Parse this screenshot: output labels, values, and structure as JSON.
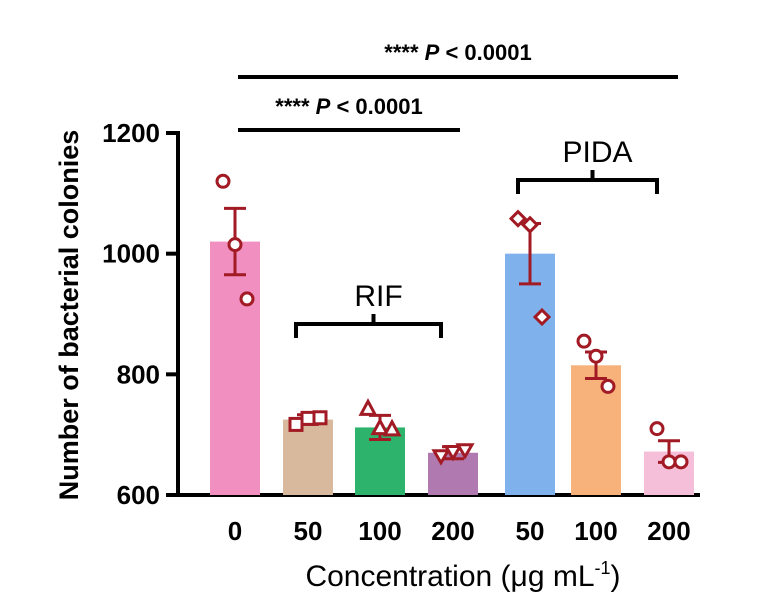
{
  "chart_data": {
    "type": "bar",
    "xlabel": "Concentration (μg mL",
    "xlabel_sup": "-1",
    "xlabel_end": ")",
    "ylabel": "Number of bacterial colonies",
    "ylim": [
      600,
      1200
    ],
    "yticks": [
      "600",
      "800",
      "1000",
      "1200"
    ],
    "ytick_values": [
      600,
      800,
      1000,
      1200
    ],
    "categories": [
      "0",
      "50",
      "100",
      "200",
      "50",
      "100",
      "200"
    ],
    "groups": [
      {
        "label": "RIF",
        "from": 1,
        "to": 3
      },
      {
        "label": "PIDA",
        "from": 4,
        "to": 6
      }
    ],
    "bars": [
      {
        "value": 1020,
        "error": 55,
        "color": "#f08fc0",
        "marker": "circle",
        "points": [
          1120,
          1015,
          925
        ]
      },
      {
        "value": 725,
        "error": 8,
        "color": "#d9b99e",
        "marker": "square",
        "points": [
          717,
          727,
          728
        ]
      },
      {
        "value": 712,
        "error": 20,
        "color": "#2db36b",
        "marker": "triangle-up",
        "points": [
          742,
          710,
          708
        ]
      },
      {
        "value": 670,
        "error": 10,
        "color": "#b07ab0",
        "marker": "triangle-down",
        "points": [
          665,
          672,
          675
        ]
      },
      {
        "value": 1000,
        "error": 50,
        "color": "#7fb2ec",
        "marker": "diamond",
        "points": [
          1058,
          1048,
          895
        ]
      },
      {
        "value": 815,
        "error": 22,
        "color": "#f7b27c",
        "marker": "circle",
        "points": [
          855,
          830,
          780
        ]
      },
      {
        "value": 672,
        "error": 18,
        "color": "#f6bfd9",
        "marker": "circle",
        "points": [
          710,
          655,
          655
        ]
      }
    ],
    "significance": [
      {
        "stars": "****",
        "p_label": "P",
        "p_text": " < 0.0001",
        "from": 0,
        "to": 6
      },
      {
        "stars": "****",
        "p_label": "P",
        "p_text": " < 0.0001",
        "from": 0,
        "to": 3
      }
    ],
    "marker_color": "#a11a24",
    "grid": false
  }
}
